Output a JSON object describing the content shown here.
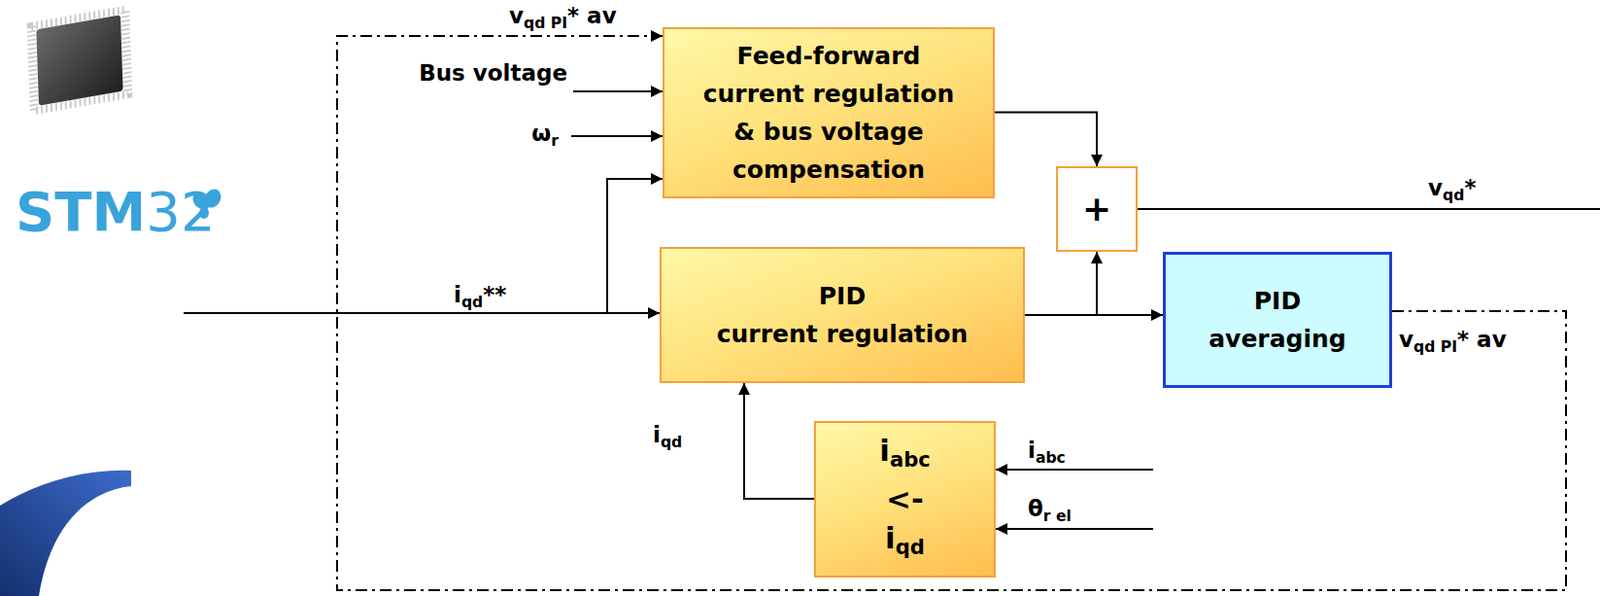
{
  "diagram": {
    "nodes": [
      {
        "text": [
          "Feed-forward current regulation & bus voltage compensation"
        ]
      },
      {
        "text": [
          "+"
        ]
      },
      {
        "text": [
          "PID current regulation"
        ]
      },
      {
        "text": [
          "PID averaging"
        ]
      },
      {
        "text": [
          "iabc <- iqd"
        ]
      }
    ],
    "edges": [
      {
        "from": 0,
        "to": 1,
        "arrow": "to"
      },
      {
        "from": 2,
        "to": 1,
        "arrow": "to"
      },
      {
        "from": 2,
        "to": 3,
        "arrow": "to"
      },
      {
        "from": 4,
        "to": 2,
        "arrow": "to"
      },
      {
        "from": 3,
        "to": 0,
        "arrow": "to"
      }
    ],
    "labels": [
      "vqd PI* av",
      "Bus voltage",
      "ωr",
      "iqd**",
      "vqd*",
      "vqd PI* av",
      "iqd",
      "iabc",
      "θr el",
      "STM32"
    ]
  }
}
